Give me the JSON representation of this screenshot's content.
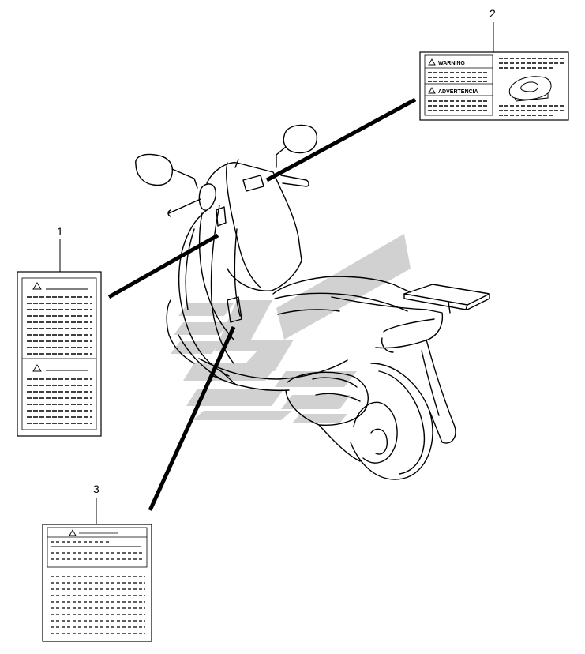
{
  "callouts": {
    "one": "1",
    "two": "2",
    "three": "3"
  },
  "label_two": {
    "warning_heading": "WARNING",
    "advertencia_heading": "ADVERTENCIA"
  },
  "colors": {
    "line": "#000000",
    "watermark": "#c8c8c8"
  }
}
